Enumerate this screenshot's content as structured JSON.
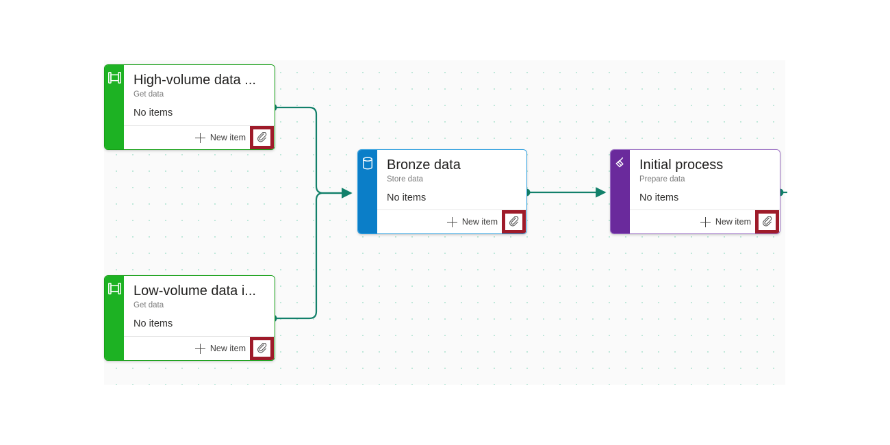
{
  "canvas": {
    "background_color": "#fafafa",
    "dot_color": "#bfe8da",
    "edge_color": "#12806a"
  },
  "nodes": [
    {
      "id": "high-volume-data-ingest",
      "title": "High-volume data ...",
      "subtitle": "Get data",
      "items_label": "No items",
      "new_item_label": "New item",
      "icon": "pipeline-icon",
      "attach_icon": "paperclip-icon",
      "accent_color": "#1db223",
      "border_color": "#16a016",
      "highlight_color": "#9e1b2a"
    },
    {
      "id": "low-volume-data-ingest",
      "title": "Low-volume data i...",
      "subtitle": "Get data",
      "items_label": "No items",
      "new_item_label": "New item",
      "icon": "pipeline-icon",
      "attach_icon": "paperclip-icon",
      "accent_color": "#1db223",
      "border_color": "#16a016",
      "highlight_color": "#9e1b2a"
    },
    {
      "id": "bronze-data",
      "title": "Bronze data",
      "subtitle": "Store data",
      "items_label": "No items",
      "new_item_label": "New item",
      "icon": "database-icon",
      "attach_icon": "paperclip-icon",
      "accent_color": "#0b7ec8",
      "border_color": "#2e9fe0",
      "highlight_color": "#9e1b2a"
    },
    {
      "id": "initial-process",
      "title": "Initial process",
      "subtitle": "Prepare data",
      "items_label": "No items",
      "new_item_label": "New item",
      "icon": "broom-icon",
      "attach_icon": "paperclip-icon",
      "accent_color": "#6a2a9c",
      "border_color": "#9b6fc4",
      "highlight_color": "#9e1b2a"
    }
  ],
  "edges": [
    {
      "id": "high-volume-to-bronze",
      "from": "high-volume-data-ingest",
      "to": "bronze-data"
    },
    {
      "id": "low-volume-to-bronze",
      "from": "low-volume-data-ingest",
      "to": "bronze-data"
    },
    {
      "id": "bronze-to-initial-process",
      "from": "bronze-data",
      "to": "initial-process"
    },
    {
      "id": "initial-process-output",
      "from": "initial-process",
      "to": ""
    }
  ]
}
